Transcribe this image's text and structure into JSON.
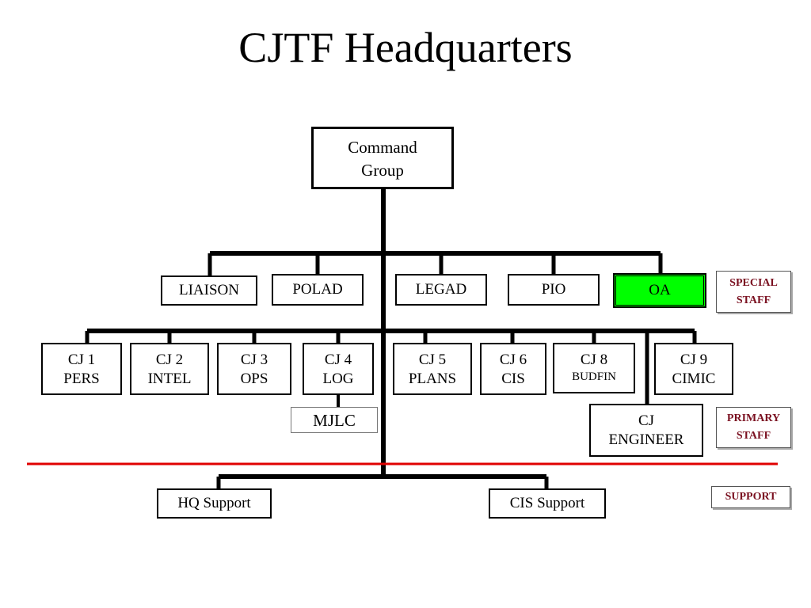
{
  "title": "CJTF Headquarters",
  "command": {
    "line1": "Command",
    "line2": "Group"
  },
  "special_staff": [
    "LIAISON",
    "POLAD",
    "LEGAD",
    "PIO",
    "OA"
  ],
  "primary_staff": [
    {
      "line1": "CJ 1",
      "line2": "PERS"
    },
    {
      "line1": "CJ 2",
      "line2": "INTEL"
    },
    {
      "line1": "CJ 3",
      "line2": "OPS"
    },
    {
      "line1": "CJ 4",
      "line2": "LOG"
    },
    {
      "line1": "CJ 5",
      "line2": "PLANS"
    },
    {
      "line1": "CJ 6",
      "line2": "CIS"
    },
    {
      "line1": "CJ 8",
      "line2": "BUDFIN"
    },
    {
      "line1": "CJ 9",
      "line2": "CIMIC"
    }
  ],
  "mjlc": "MJLC",
  "engineer": {
    "line1": "CJ",
    "line2": "ENGINEER"
  },
  "support": [
    "HQ Support",
    "CIS Support"
  ],
  "legend": {
    "special": {
      "line1": "SPECIAL",
      "line2": "STAFF"
    },
    "primary": {
      "line1": "PRIMARY",
      "line2": "STAFF"
    },
    "support": "SUPPORT"
  },
  "colors": {
    "highlight": "#00ff00",
    "divider": "#e00000",
    "legend_text": "#7a1020"
  }
}
